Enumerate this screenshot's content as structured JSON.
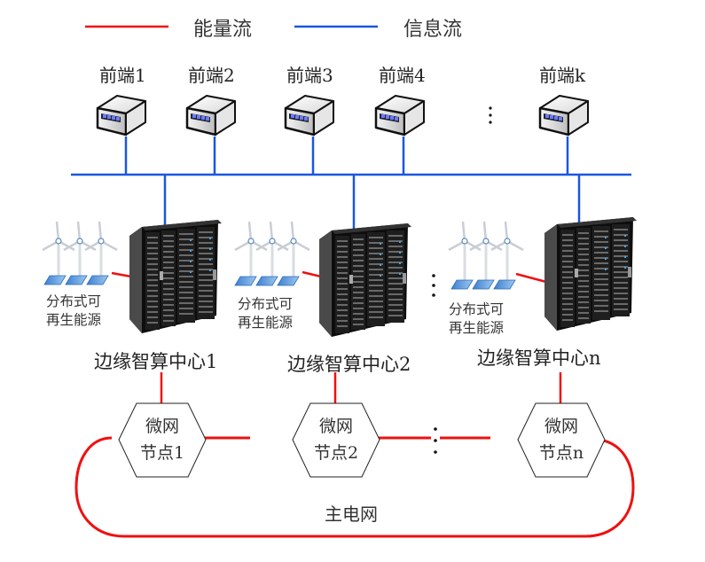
{
  "colors": {
    "energy_flow": "#ee1111",
    "info_flow": "#1a56e0"
  },
  "legend": {
    "energy_label": "能量流",
    "info_label": "信息流"
  },
  "front_ends": [
    {
      "label": "前端1"
    },
    {
      "label": "前端2"
    },
    {
      "label": "前端3"
    },
    {
      "label": "前端4"
    },
    {
      "label": "前端k"
    }
  ],
  "ellipsis": "⋮",
  "edge_centers": [
    {
      "label": "边缘智算中心1",
      "renewable_line1": "分布式可",
      "renewable_line2": "再生能源"
    },
    {
      "label": "边缘智算中心2",
      "renewable_line1": "分布式可",
      "renewable_line2": "再生能源"
    },
    {
      "label": "边缘智算中心n",
      "renewable_line1": "分布式可",
      "renewable_line2": "再生能源"
    }
  ],
  "microgrids": [
    {
      "line1": "微网",
      "line2": "节点1"
    },
    {
      "line1": "微网",
      "line2": "节点2"
    },
    {
      "line1": "微网",
      "line2": "节点n"
    }
  ],
  "main_grid_label": "主电网"
}
